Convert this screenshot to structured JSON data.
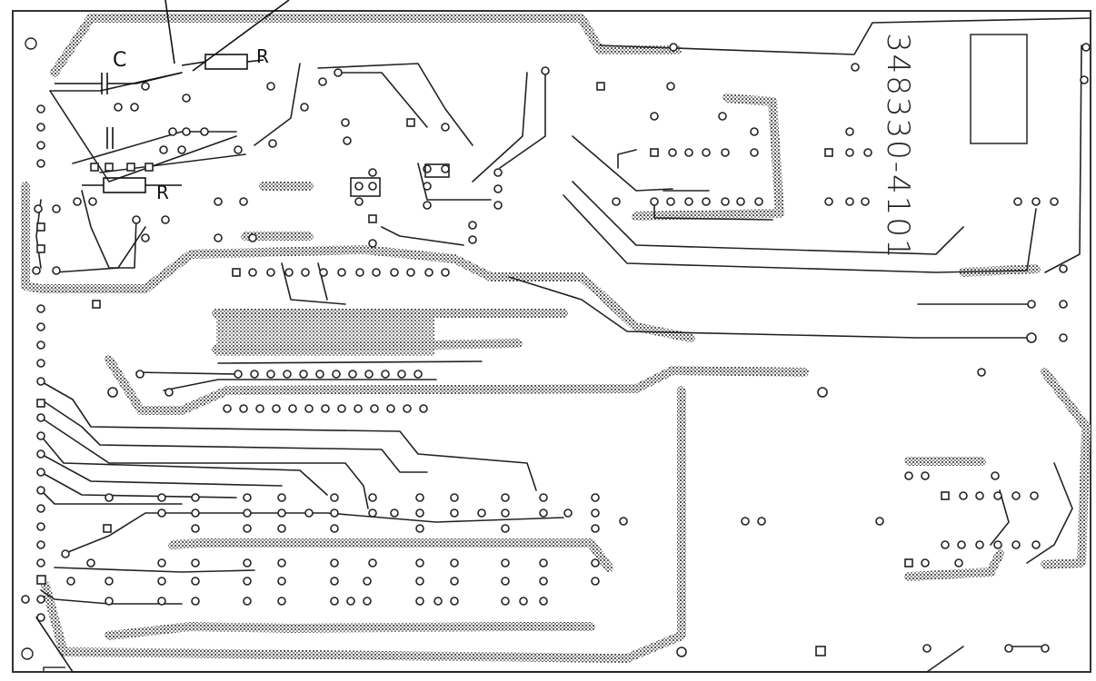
{
  "board": {
    "part_number": "348330-4101",
    "labels": {
      "capacitor": "C",
      "resistor_top": "R",
      "resistor_mid": "R"
    }
  },
  "colors": {
    "trace": "#222222",
    "ground": "#3a3a3a",
    "paper": "#ffffff"
  }
}
